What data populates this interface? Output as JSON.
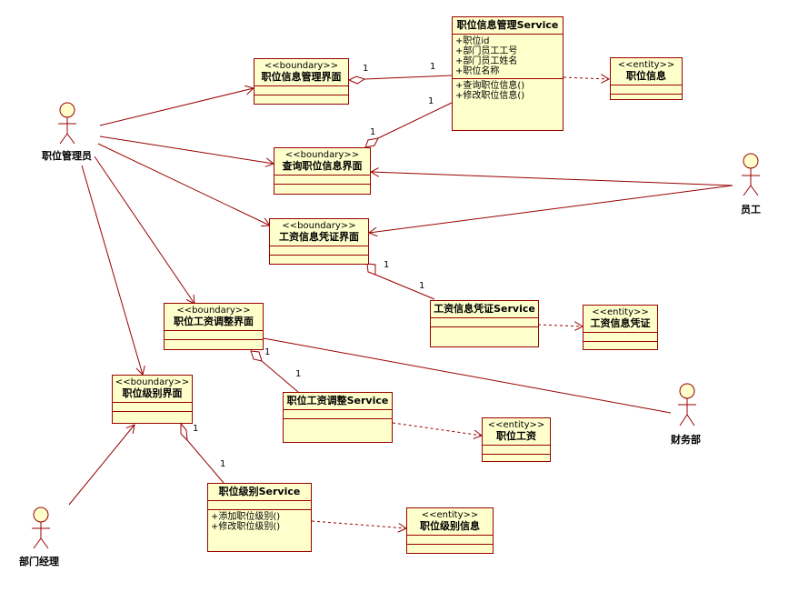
{
  "actors": {
    "position_manager": "职位管理员",
    "employee": "员工",
    "finance_dept": "财务部",
    "dept_manager": "部门经理"
  },
  "classes": {
    "position_info_mgmt_service": {
      "name": "职位信息管理Service",
      "attributes": [
        "+职位id",
        "+部门员工工号",
        "+部门员工姓名",
        "+职位名称"
      ],
      "operations": [
        "+查询职位信息()",
        "+修改职位信息()"
      ]
    },
    "position_info_mgmt_ui": {
      "stereotype": "<<boundary>>",
      "name": "职位信息管理界面"
    },
    "position_info_entity": {
      "stereotype": "<<entity>>",
      "name": "职位信息"
    },
    "query_position_ui": {
      "stereotype": "<<boundary>>",
      "name": "查询职位信息界面"
    },
    "salary_voucher_ui": {
      "stereotype": "<<boundary>>",
      "name": "工资信息凭证界面"
    },
    "salary_voucher_service": {
      "name": "工资信息凭证Service"
    },
    "salary_voucher_entity": {
      "stereotype": "<<entity>>",
      "name": "工资信息凭证"
    },
    "salary_adjust_ui": {
      "stereotype": "<<boundary>>",
      "name": "职位工资调整界面"
    },
    "salary_adjust_service": {
      "name": "职位工资调整Service"
    },
    "position_salary_entity": {
      "stereotype": "<<entity>>",
      "name": "职位工资"
    },
    "level_ui": {
      "stereotype": "<<boundary>>",
      "name": "职位级别界面"
    },
    "level_service": {
      "name": "职位级别Service",
      "operations": [
        "+添加职位级别()",
        "+修改职位级别()"
      ]
    },
    "level_entity": {
      "stereotype": "<<entity>>",
      "name": "职位级别信息"
    }
  },
  "multiplicities": {
    "mgmt_ui_end": "1",
    "mgmt_service_end": "1",
    "query_ui_end": "1",
    "query_service_end": "1",
    "voucher_ui_end": "1",
    "voucher_service_end": "1",
    "adjust_ui_end": "1",
    "adjust_service_end": "1",
    "level_ui_end": "1",
    "level_service_end": "1"
  },
  "colors": {
    "line": "#990000",
    "box_fill": "#ffffcc",
    "box_border": "#990000"
  }
}
